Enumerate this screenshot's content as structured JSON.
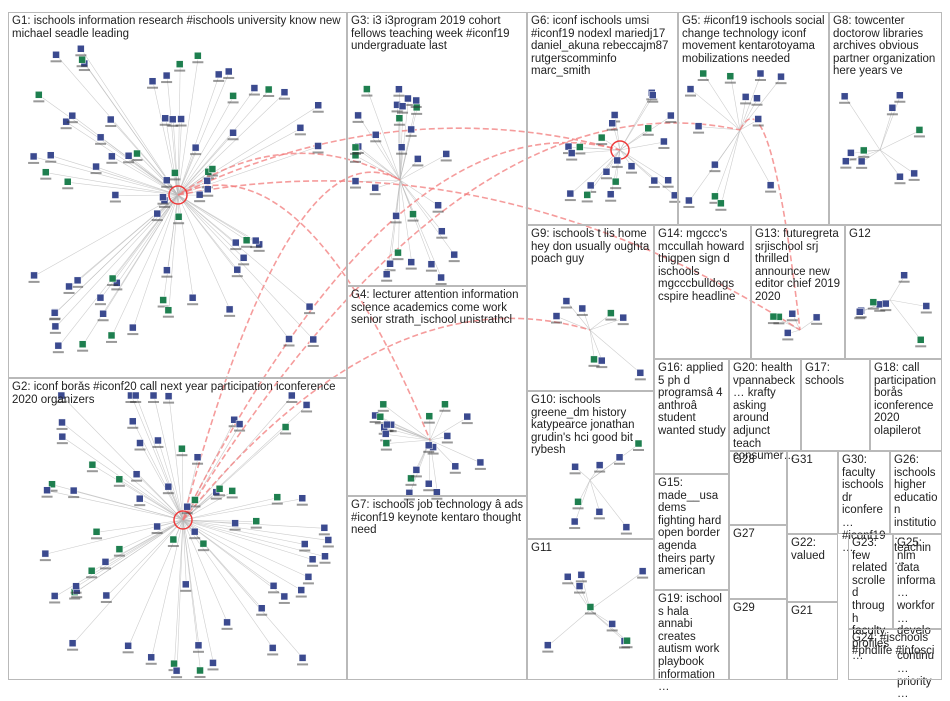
{
  "graph": {
    "colors": {
      "edge": "#b8b8b8",
      "reply_edge": "#f27b7b",
      "hub_ring": "#ee3b3b",
      "node_fill": "#3b4a8f",
      "node_fill_alt": "#1e7f4f",
      "label": "#333333"
    }
  },
  "groups": [
    {
      "id": "G1",
      "title": "G1: ischools information research #ischools university know new michael seadle leading"
    },
    {
      "id": "G2",
      "title": "G2: iconf borås #iconf20 call next year participation iconference 2020 organizers"
    },
    {
      "id": "G3",
      "title": "G3: i3 i3program 2019 cohort fellows teaching week #iconf19 undergraduate last"
    },
    {
      "id": "G4",
      "title": "G4: lecturer attention information science academics come work senior strath_ischool unistrathcl"
    },
    {
      "id": "G5",
      "title": "G5: #iconf19 ischools social change technology iconf movement kentarotoyama mobilizations needed"
    },
    {
      "id": "G6",
      "title": "G6: iconf ischools umsi #iconf19 nodexl mariedj17 daniel_akuna rebeccajm87 rutgerscomminfo marc_smith"
    },
    {
      "id": "G7",
      "title": "G7: ischools job technology â ads #iconf19 keynote kentaro thought need"
    },
    {
      "id": "G8",
      "title": "G8: towcenter doctorow libraries archives obvious partner organization here years ve"
    },
    {
      "id": "G9",
      "title": "G9: ischools t lis home hey don usually oughta poach guy"
    },
    {
      "id": "G10",
      "title": "G10: ischools greene_dm history katypearce jonathan grudin's hci good bit rybesh"
    },
    {
      "id": "G11",
      "title": "G11"
    },
    {
      "id": "G12",
      "title": "G12"
    },
    {
      "id": "G13",
      "title": "G13: futuregreta srjischool srj thrilled announce new editor chief 2019 2020"
    },
    {
      "id": "G14",
      "title": "G14: mgccc's mccullah howard thigpen sign d ischools mgcccbulldogs cspire headline"
    },
    {
      "id": "G15",
      "title": "G15: made__usa dems fighting hard open border agenda theirs party american"
    },
    {
      "id": "G16",
      "title": "G16: applied 5 ph d programsâ 4 anthroâ student wanted study"
    },
    {
      "id": "G17",
      "title": "G17: schools"
    },
    {
      "id": "G18",
      "title": "G18: call participation borås iconference 2020 olapilerot"
    },
    {
      "id": "G19",
      "title": "G19: ischool s hala annabi creates autism work playbook information…"
    },
    {
      "id": "G20",
      "title": "G20: health vpannabeck… krafty asking around adjunct teach consumer…"
    },
    {
      "id": "G21",
      "title": "G21"
    },
    {
      "id": "G22",
      "title": "G22: valued"
    },
    {
      "id": "G23",
      "title": "G23: few related scrolled through faculty profiles…"
    },
    {
      "id": "G24",
      "title": "G24: #ischools #phdlife #infosci"
    },
    {
      "id": "G25",
      "title": "G25: nlm data informa… workfor… develo… continu… priority…"
    },
    {
      "id": "G26",
      "title": "G26: ischools higher education institutio… teachin…"
    },
    {
      "id": "G27",
      "title": "G27"
    },
    {
      "id": "G28",
      "title": "G28"
    },
    {
      "id": "G29",
      "title": "G29"
    },
    {
      "id": "G30",
      "title": "G30: faculty ischools dr iconfere… #iconf19…"
    },
    {
      "id": "G31",
      "title": "G31"
    }
  ]
}
